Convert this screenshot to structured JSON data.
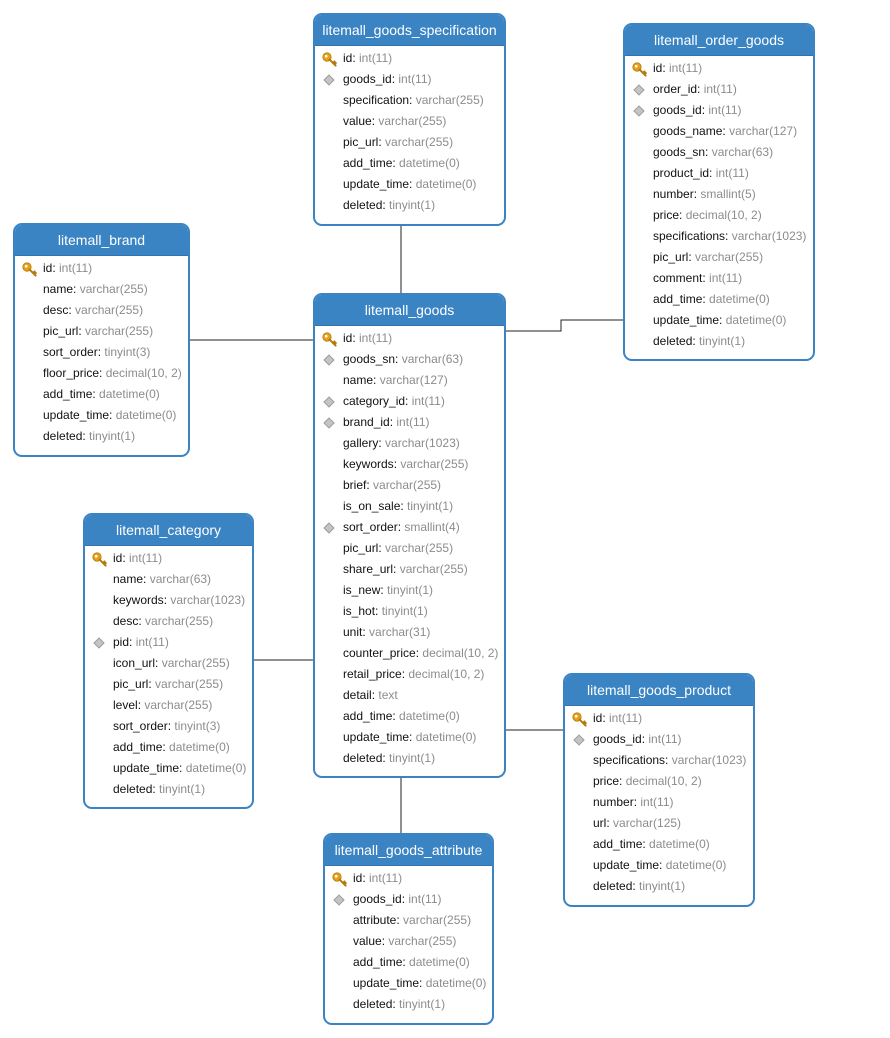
{
  "colors": {
    "header": "#3a84c4",
    "line": "#222222",
    "key": "#e8a21a",
    "type": "#8c8c8c"
  },
  "tables": [
    {
      "id": "spec",
      "title": "litemall_goods_specification",
      "columns": [
        {
          "name": "id",
          "type": "int(11)",
          "icon": "key-icon"
        },
        {
          "name": "goods_id",
          "type": "int(11)",
          "icon": "index-icon"
        },
        {
          "name": "specification",
          "type": "varchar(255)",
          "icon": ""
        },
        {
          "name": "value",
          "type": "varchar(255)",
          "icon": ""
        },
        {
          "name": "pic_url",
          "type": "varchar(255)",
          "icon": ""
        },
        {
          "name": "add_time",
          "type": "datetime(0)",
          "icon": ""
        },
        {
          "name": "update_time",
          "type": "datetime(0)",
          "icon": ""
        },
        {
          "name": "deleted",
          "type": "tinyint(1)",
          "icon": ""
        }
      ]
    },
    {
      "id": "order",
      "title": "litemall_order_goods",
      "columns": [
        {
          "name": "id",
          "type": "int(11)",
          "icon": "key-icon"
        },
        {
          "name": "order_id",
          "type": "int(11)",
          "icon": "index-icon"
        },
        {
          "name": "goods_id",
          "type": "int(11)",
          "icon": "index-icon"
        },
        {
          "name": "goods_name",
          "type": "varchar(127)",
          "icon": ""
        },
        {
          "name": "goods_sn",
          "type": "varchar(63)",
          "icon": ""
        },
        {
          "name": "product_id",
          "type": "int(11)",
          "icon": ""
        },
        {
          "name": "number",
          "type": "smallint(5)",
          "icon": ""
        },
        {
          "name": "price",
          "type": "decimal(10, 2)",
          "icon": ""
        },
        {
          "name": "specifications",
          "type": "varchar(1023)",
          "icon": ""
        },
        {
          "name": "pic_url",
          "type": "varchar(255)",
          "icon": ""
        },
        {
          "name": "comment",
          "type": "int(11)",
          "icon": ""
        },
        {
          "name": "add_time",
          "type": "datetime(0)",
          "icon": ""
        },
        {
          "name": "update_time",
          "type": "datetime(0)",
          "icon": ""
        },
        {
          "name": "deleted",
          "type": "tinyint(1)",
          "icon": ""
        }
      ]
    },
    {
      "id": "brand",
      "title": "litemall_brand",
      "columns": [
        {
          "name": "id",
          "type": "int(11)",
          "icon": "key-icon"
        },
        {
          "name": "name",
          "type": "varchar(255)",
          "icon": ""
        },
        {
          "name": "desc",
          "type": "varchar(255)",
          "icon": ""
        },
        {
          "name": "pic_url",
          "type": "varchar(255)",
          "icon": ""
        },
        {
          "name": "sort_order",
          "type": "tinyint(3)",
          "icon": ""
        },
        {
          "name": "floor_price",
          "type": "decimal(10, 2)",
          "icon": ""
        },
        {
          "name": "add_time",
          "type": "datetime(0)",
          "icon": ""
        },
        {
          "name": "update_time",
          "type": "datetime(0)",
          "icon": ""
        },
        {
          "name": "deleted",
          "type": "tinyint(1)",
          "icon": ""
        }
      ]
    },
    {
      "id": "goods",
      "title": "litemall_goods",
      "columns": [
        {
          "name": "id",
          "type": "int(11)",
          "icon": "key-icon"
        },
        {
          "name": "goods_sn",
          "type": "varchar(63)",
          "icon": "index-icon"
        },
        {
          "name": "name",
          "type": "varchar(127)",
          "icon": ""
        },
        {
          "name": "category_id",
          "type": "int(11)",
          "icon": "index-icon"
        },
        {
          "name": "brand_id",
          "type": "int(11)",
          "icon": "index-icon"
        },
        {
          "name": "gallery",
          "type": "varchar(1023)",
          "icon": ""
        },
        {
          "name": "keywords",
          "type": "varchar(255)",
          "icon": ""
        },
        {
          "name": "brief",
          "type": "varchar(255)",
          "icon": ""
        },
        {
          "name": "is_on_sale",
          "type": "tinyint(1)",
          "icon": ""
        },
        {
          "name": "sort_order",
          "type": "smallint(4)",
          "icon": "index-icon"
        },
        {
          "name": "pic_url",
          "type": "varchar(255)",
          "icon": ""
        },
        {
          "name": "share_url",
          "type": "varchar(255)",
          "icon": ""
        },
        {
          "name": "is_new",
          "type": "tinyint(1)",
          "icon": ""
        },
        {
          "name": "is_hot",
          "type": "tinyint(1)",
          "icon": ""
        },
        {
          "name": "unit",
          "type": "varchar(31)",
          "icon": ""
        },
        {
          "name": "counter_price",
          "type": "decimal(10, 2)",
          "icon": ""
        },
        {
          "name": "retail_price",
          "type": "decimal(10, 2)",
          "icon": ""
        },
        {
          "name": "detail",
          "type": "text",
          "icon": ""
        },
        {
          "name": "add_time",
          "type": "datetime(0)",
          "icon": ""
        },
        {
          "name": "update_time",
          "type": "datetime(0)",
          "icon": ""
        },
        {
          "name": "deleted",
          "type": "tinyint(1)",
          "icon": ""
        }
      ]
    },
    {
      "id": "category",
      "title": "litemall_category",
      "columns": [
        {
          "name": "id",
          "type": "int(11)",
          "icon": "key-icon"
        },
        {
          "name": "name",
          "type": "varchar(63)",
          "icon": ""
        },
        {
          "name": "keywords",
          "type": "varchar(1023)",
          "icon": ""
        },
        {
          "name": "desc",
          "type": "varchar(255)",
          "icon": ""
        },
        {
          "name": "pid",
          "type": "int(11)",
          "icon": "index-icon"
        },
        {
          "name": "icon_url",
          "type": "varchar(255)",
          "icon": ""
        },
        {
          "name": "pic_url",
          "type": "varchar(255)",
          "icon": ""
        },
        {
          "name": "level",
          "type": "varchar(255)",
          "icon": ""
        },
        {
          "name": "sort_order",
          "type": "tinyint(3)",
          "icon": ""
        },
        {
          "name": "add_time",
          "type": "datetime(0)",
          "icon": ""
        },
        {
          "name": "update_time",
          "type": "datetime(0)",
          "icon": ""
        },
        {
          "name": "deleted",
          "type": "tinyint(1)",
          "icon": ""
        }
      ]
    },
    {
      "id": "product",
      "title": "litemall_goods_product",
      "columns": [
        {
          "name": "id",
          "type": "int(11)",
          "icon": "key-icon"
        },
        {
          "name": "goods_id",
          "type": "int(11)",
          "icon": "index-icon"
        },
        {
          "name": "specifications",
          "type": "varchar(1023)",
          "icon": ""
        },
        {
          "name": "price",
          "type": "decimal(10, 2)",
          "icon": ""
        },
        {
          "name": "number",
          "type": "int(11)",
          "icon": ""
        },
        {
          "name": "url",
          "type": "varchar(125)",
          "icon": ""
        },
        {
          "name": "add_time",
          "type": "datetime(0)",
          "icon": ""
        },
        {
          "name": "update_time",
          "type": "datetime(0)",
          "icon": ""
        },
        {
          "name": "deleted",
          "type": "tinyint(1)",
          "icon": ""
        }
      ]
    },
    {
      "id": "attribute",
      "title": "litemall_goods_attribute",
      "columns": [
        {
          "name": "id",
          "type": "int(11)",
          "icon": "key-icon"
        },
        {
          "name": "goods_id",
          "type": "int(11)",
          "icon": "index-icon"
        },
        {
          "name": "attribute",
          "type": "varchar(255)",
          "icon": ""
        },
        {
          "name": "value",
          "type": "varchar(255)",
          "icon": ""
        },
        {
          "name": "add_time",
          "type": "datetime(0)",
          "icon": ""
        },
        {
          "name": "update_time",
          "type": "datetime(0)",
          "icon": ""
        },
        {
          "name": "deleted",
          "type": "tinyint(1)",
          "icon": ""
        }
      ]
    }
  ],
  "relations": [
    {
      "from": "goods",
      "to": "spec"
    },
    {
      "from": "goods",
      "to": "order"
    },
    {
      "from": "goods",
      "to": "brand"
    },
    {
      "from": "goods",
      "to": "category"
    },
    {
      "from": "goods",
      "to": "product"
    },
    {
      "from": "goods",
      "to": "attribute"
    }
  ]
}
